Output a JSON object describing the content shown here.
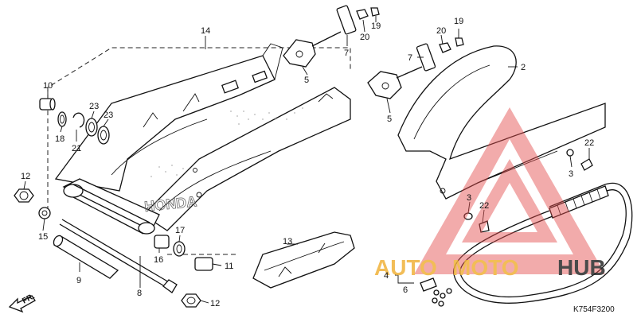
{
  "diagram": {
    "code": "K754F3200",
    "brand_stamp": "HONDA",
    "direction_label": "FR.",
    "callouts": {
      "c14": "14",
      "c10": "10",
      "c18": "18",
      "c21": "21",
      "c23a": "23",
      "c23b": "23",
      "c12a": "12",
      "c15": "15",
      "c9": "9",
      "c8": "8",
      "c16": "16",
      "c17": "17",
      "c11": "11",
      "c12b": "12",
      "c13": "13",
      "c4": "4",
      "c6": "6",
      "c7a": "7",
      "c20a": "20",
      "c19a": "19",
      "c5a": "5",
      "c7b": "7",
      "c20b": "20",
      "c19b": "19",
      "c5b": "5",
      "c2": "2",
      "c22a": "22",
      "c3a": "3",
      "c3b": "3",
      "c22b": "22"
    }
  },
  "watermark": {
    "text_1": "AUTO",
    "text_2": "MOTO",
    "text_3": "HUB",
    "color_dark": "#2b2b2b",
    "color_accent": "#f0b23a",
    "color_triangle": "#e24a4a"
  }
}
